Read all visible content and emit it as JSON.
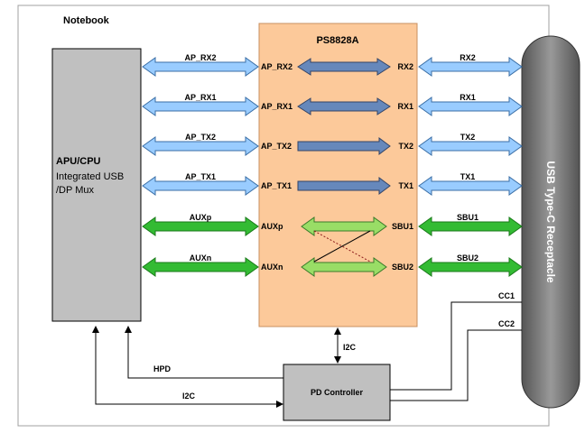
{
  "notebook_label": "Notebook",
  "chip_title": "PS8828A",
  "apu": {
    "title": "APU/CPU",
    "line1": "Integrated USB",
    "line2": "/DP Mux"
  },
  "receptacle_label": "USB Type-C Receptacle",
  "pd_label": "PD Controller",
  "left_links": [
    "AP_RX2",
    "AP_RX1",
    "AP_TX2",
    "AP_TX1",
    "AUXp",
    "AUXn"
  ],
  "chip_left_pins": [
    "AP_RX2",
    "AP_RX1",
    "AP_TX2",
    "AP_TX1",
    "AUXp",
    "AUXn"
  ],
  "chip_right_pins": [
    "RX2",
    "RX1",
    "TX2",
    "TX1",
    "SBU1",
    "SBU2"
  ],
  "right_links": [
    "RX2",
    "RX1",
    "TX2",
    "TX1",
    "SBU1",
    "SBU2"
  ],
  "i2c_chip_label": "I2C",
  "hpd_label": "HPD",
  "i2c_label": "I2C",
  "cc1_label": "CC1",
  "cc2_label": "CC2",
  "colors": {
    "high_speed": "#99ccff",
    "sideband": "#33bb33",
    "chip_fill": "#fcc99a",
    "chip_internal": "#6688bb",
    "sbu_internal": "#99dd66",
    "block_gray": "#c0c0c0",
    "receptacle": "#808080"
  }
}
